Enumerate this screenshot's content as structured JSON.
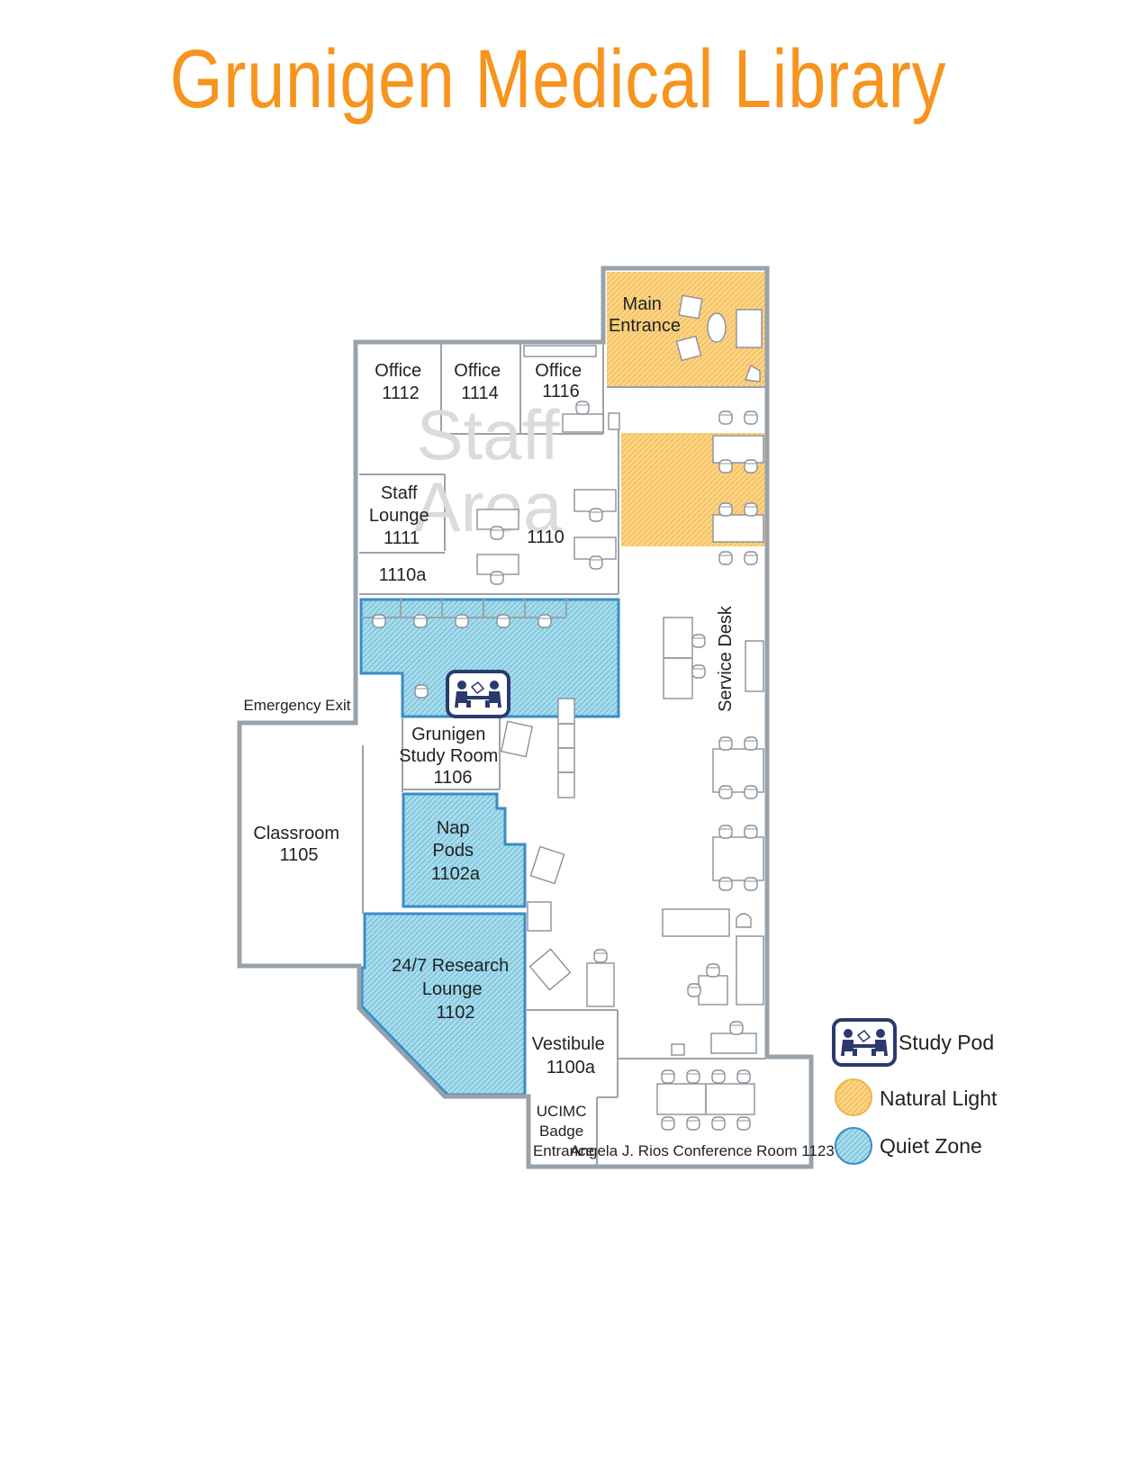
{
  "title": "Grunigen Medical Library",
  "watermark": {
    "line1": "Staff",
    "line2": "Area"
  },
  "rooms": {
    "main_entrance": [
      "Main",
      "Entrance"
    ],
    "office_1112": [
      "Office",
      "1112"
    ],
    "office_1114": [
      "Office",
      "1114"
    ],
    "office_1116": [
      "Office",
      "1116"
    ],
    "staff_lounge": [
      "Staff",
      "Lounge",
      "1111"
    ],
    "room_1110": "1110",
    "room_1110a": "1110a",
    "emergency_exit": "Emergency Exit",
    "classroom": [
      "Classroom",
      "1105"
    ],
    "study_room": [
      "Grunigen",
      "Study Room",
      "1106"
    ],
    "nap_pods": [
      "Nap",
      "Pods",
      "1102a"
    ],
    "research_lounge": [
      "24/7 Research",
      "Lounge",
      "1102"
    ],
    "vestibule": [
      "Vestibule",
      "1100a"
    ],
    "badge_entrance": [
      "UCIMC",
      "Badge",
      "Entrance"
    ],
    "conference_room": "Angela J. Rios Conference Room 1123",
    "service_desk": "Service Desk"
  },
  "legend": [
    {
      "label": "Study Pod",
      "icon": "study-pod-icon"
    },
    {
      "label": "Natural Light",
      "icon": "natural-light-swatch"
    },
    {
      "label": "Quiet Zone",
      "icon": "quiet-zone-swatch"
    }
  ],
  "colors": {
    "title": "#f7941d",
    "natural_light": "#f9c86a",
    "quiet_zone": "#8fd0e6",
    "quiet_zone_border": "#3a8cc6",
    "walls": "#98a2aa",
    "study_pod": "#2b3a6e"
  }
}
